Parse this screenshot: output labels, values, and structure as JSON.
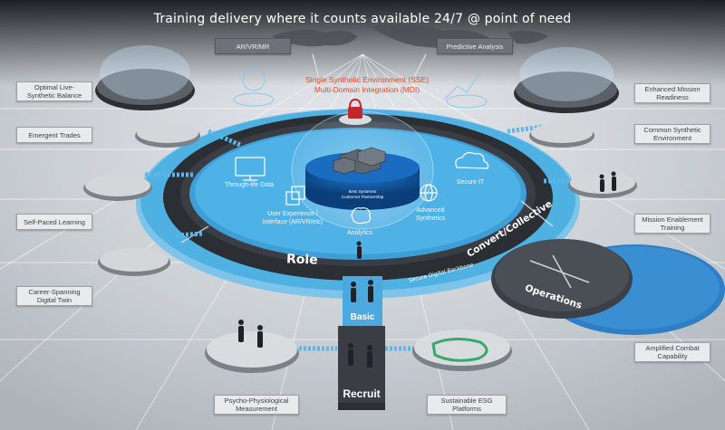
{
  "title": "Training delivery where it counts available 24/7 @ point of need",
  "sse": {
    "line1": "Single Synthetic Environment (SSE)",
    "line2": "Multi-Domain Integration (MDI)"
  },
  "top_labels": {
    "arvrmr": "AR/VR/MR",
    "predictive": "Predictive Analysis"
  },
  "left_labels": {
    "optimal_line1": "Optimal Live-",
    "optimal_line2": "Synthetic Balance",
    "emergent": "Emergent Trades",
    "self_paced": "Self-Paced Learning",
    "career_line1": "Career-Spanning",
    "career_line2": "Digital Twin",
    "psycho_line1": "Psycho-Physiological",
    "psycho_line2": "Measurement"
  },
  "right_labels": {
    "enhanced_line1": "Enhanced Mission",
    "enhanced_line2": "Readiness",
    "common_line1": "Common Synthetic",
    "common_line2": "Environment",
    "mission_line1": "Mission Enablement",
    "mission_line2": "Training",
    "amplified_line1": "Amplified Combat",
    "amplified_line2": "Capability",
    "sustainable_line1": "Sustainable ESG",
    "sustainable_line2": "Platforms"
  },
  "inner": {
    "through_life": "Through-life Data",
    "secure_it": "Secure IT",
    "ux_line1": "User Experience /",
    "ux_line2": "Interface (AR/VR/etc)",
    "advanced_line1": "Advanced",
    "advanced_line2": "Synthetics",
    "analytics": "Analytics",
    "core_line1": "BAE Systems/",
    "core_line2": "Customer Partnership"
  },
  "ring": {
    "role": "Role",
    "convert": "Convert/Collective",
    "backbone": "Secure Digital Backbone",
    "operations": "Operations"
  },
  "stages": {
    "basic": "Basic",
    "recruit": "Recruit"
  },
  "colors": {
    "ring_blue": "#3ea3d8",
    "track_dark": "#2b2e33",
    "sse_text": "#d9502a",
    "ops_blue": "#2f7fc4",
    "label_bg": "#e8eaec"
  }
}
